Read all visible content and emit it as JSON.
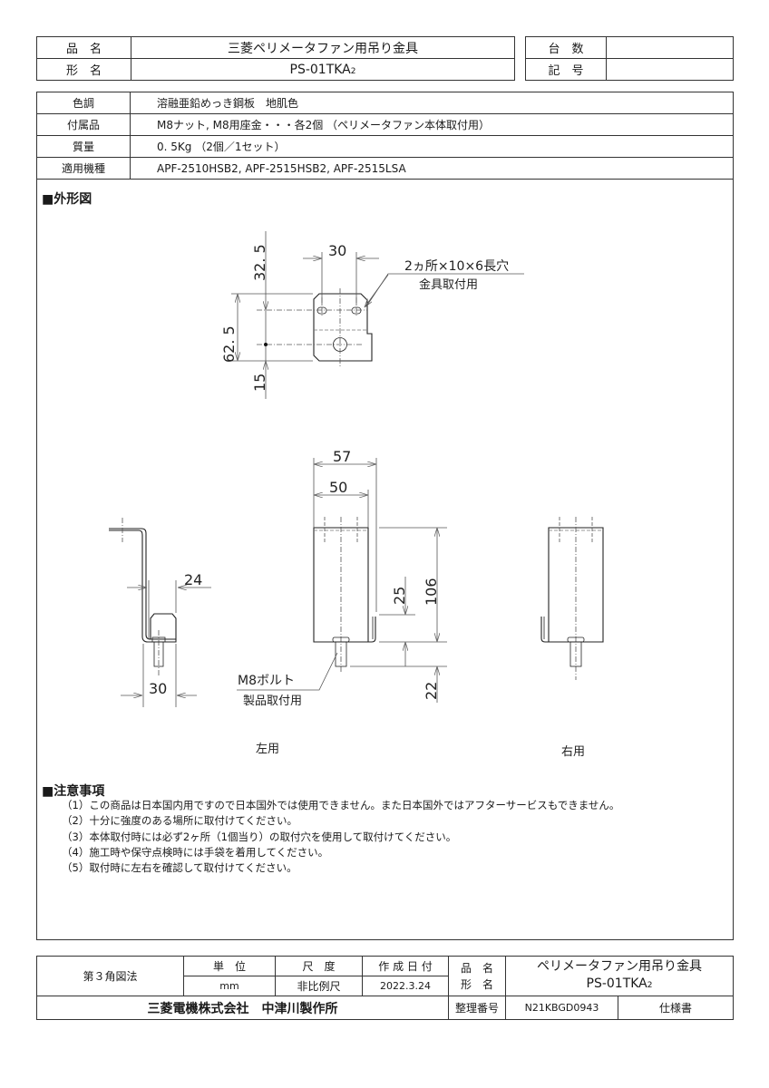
{
  "header": {
    "product_name_label": "品　名",
    "product_name": "三菱ペリメータファン用吊り金具",
    "model_label": "形　名",
    "model": "PS-01TKA",
    "model_sub": "2",
    "quantity_label": "台　数",
    "quantity_value": "",
    "mark_label": "記　号",
    "mark_value": ""
  },
  "spec": [
    {
      "label": "色調",
      "value": "溶融亜鉛めっき鋼板　地肌色"
    },
    {
      "label": "付属品",
      "value": "M8ナット, M8用座金・・・各2個 （ペリメータファン本体取付用）"
    },
    {
      "label": "質量",
      "value": "0. 5Kg （2個／1セット）"
    },
    {
      "label": "適用機種",
      "value": "APF-2510HSB2, APF-2515HSB2, APF-2515LSA"
    }
  ],
  "drawing": {
    "section_title": "■外形図",
    "top_view": {
      "dim_30": "30",
      "dim_32_5": "32. 5",
      "dim_62_5": "62. 5",
      "dim_15": "15",
      "callout_line1": "2ヵ所×10×6長穴",
      "callout_line2": "金具取付用"
    },
    "left_view": {
      "dim_24": "24",
      "dim_30": "30",
      "caption": "左用"
    },
    "front_view": {
      "dim_57": "57",
      "dim_50": "50",
      "dim_106": "106",
      "dim_25": "25",
      "dim_22": "22",
      "callout_line1": "M8ボルト",
      "callout_line2": "製品取付用"
    },
    "right_view": {
      "caption": "右用"
    }
  },
  "notes": {
    "title": "■注意事項",
    "items": [
      "（1）この商品は日本国内用ですので日本国外では使用できません。また日本国外ではアフターサービスもできません。",
      "（2）十分に強度のある場所に取付けてください。",
      "（3）本体取付時には必ず2ヶ所（1個当り）の取付穴を使用して取付けてください。",
      "（4）施工時や保守点検時には手袋を着用してください。",
      "（5）取付時に左右を確認して取付けてください。"
    ]
  },
  "footer": {
    "projection": "第３角図法",
    "unit_label": "単　位",
    "unit_value": "mm",
    "scale_label": "尺　度",
    "scale_value": "非比例尺",
    "date_label": "作 成 日 付",
    "date_value": "2022.3.24",
    "name_label": "品　名",
    "model_label": "形　名",
    "product_name": "ペリメータファン用吊り金具",
    "model": "PS-01TKA",
    "model_sub": "2",
    "company": "三菱電機株式会社　中津川製作所",
    "ref_label": "整理番号",
    "ref_value": "N21KBGD0943",
    "doc_type": "仕様書"
  }
}
